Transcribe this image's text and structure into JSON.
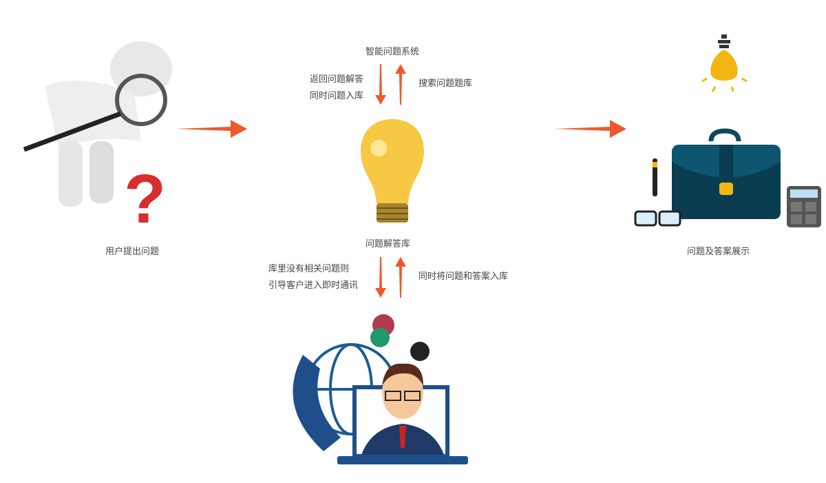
{
  "nodes": {
    "user": {
      "label": "用户提出问题"
    },
    "system": {
      "label": "智能问题系统"
    },
    "library": {
      "label": "问题解答库"
    },
    "display": {
      "label": "问题及答案展示"
    }
  },
  "edges": {
    "return_answer": [
      "返回问题解答",
      "同时问题入库"
    ],
    "search": "搜索问题题库",
    "no_result": [
      "库里没有相关问题则",
      "引导客户进入即时通讯"
    ],
    "store": "同时将问题和答案入库"
  },
  "colors": {
    "arrow": "#f0582a",
    "text": "#444444"
  }
}
